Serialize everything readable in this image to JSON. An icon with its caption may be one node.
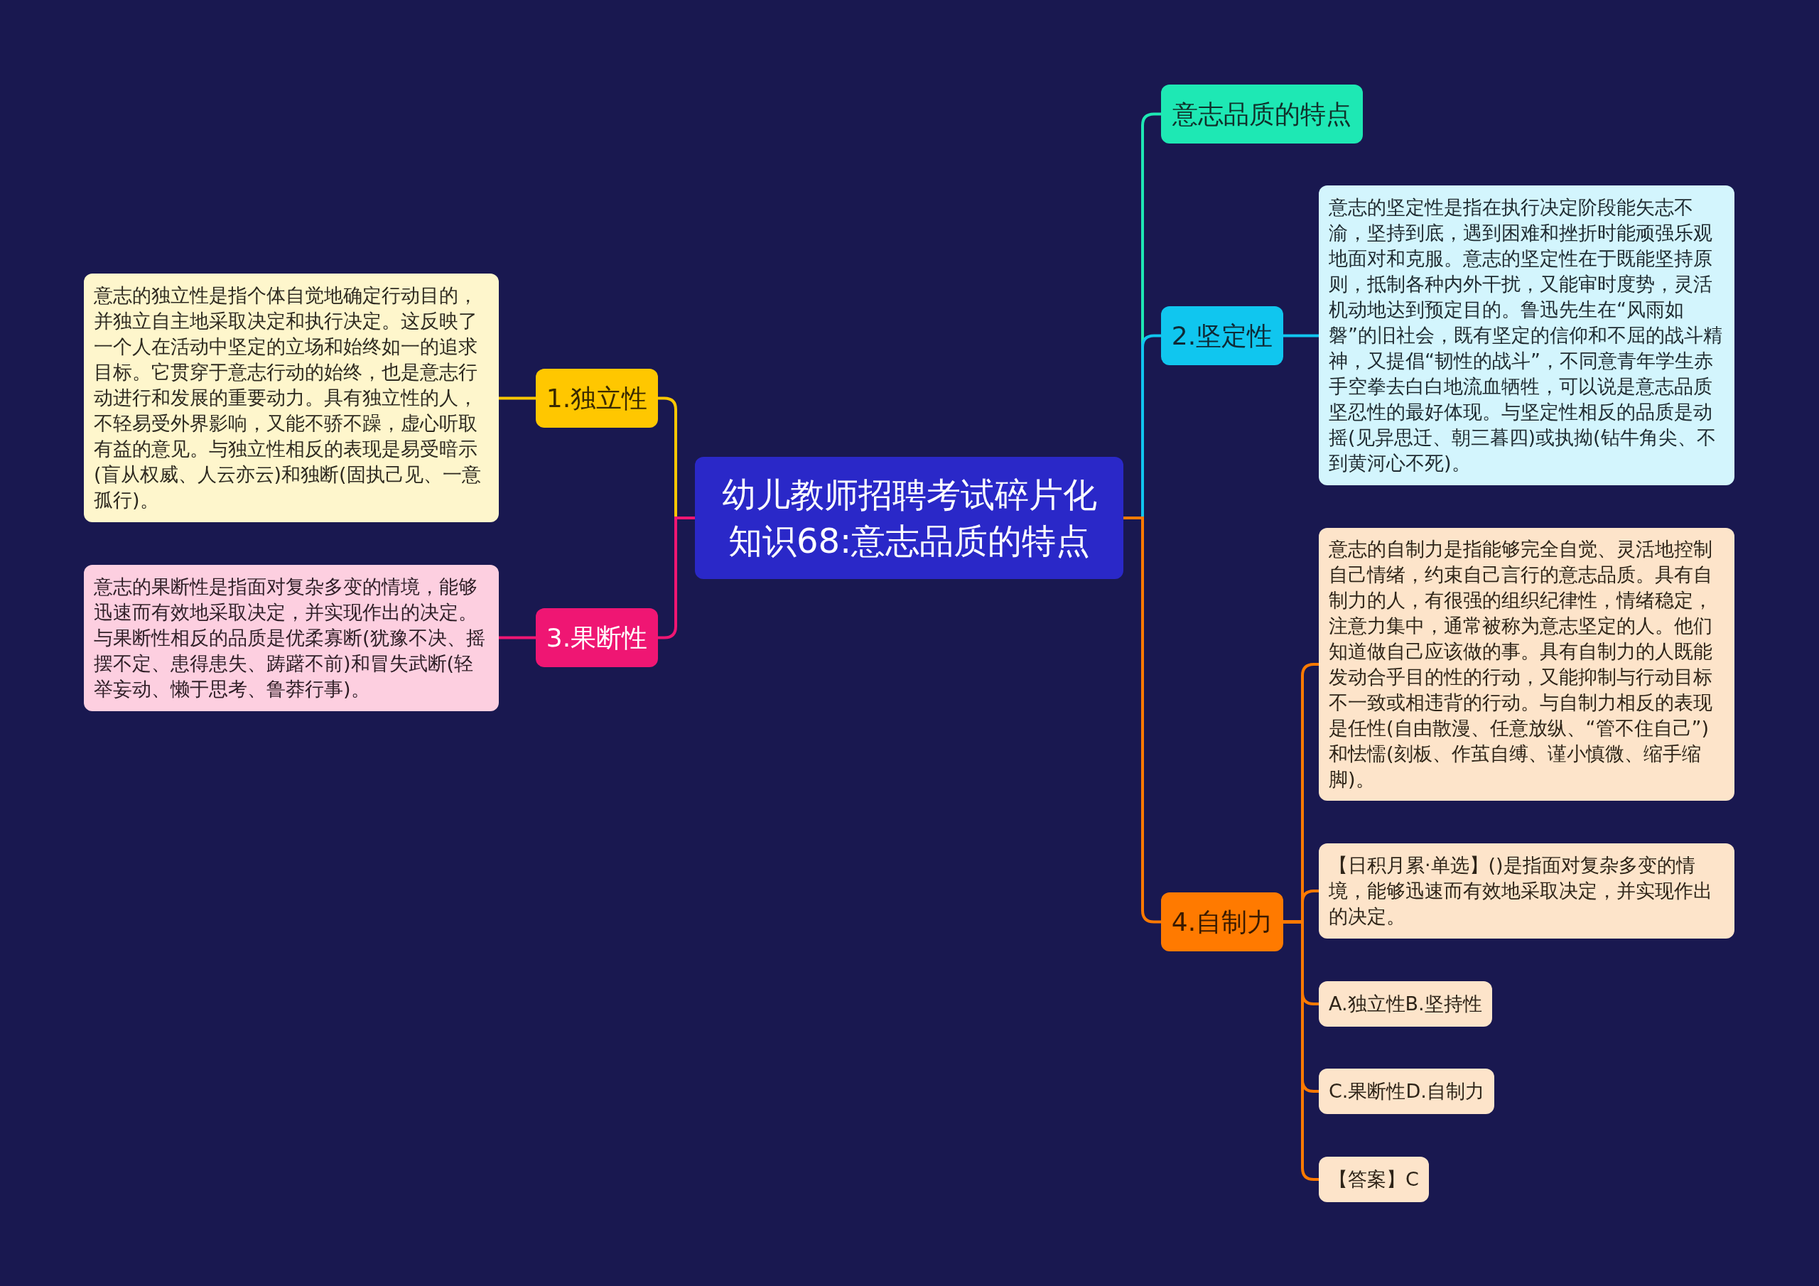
{
  "diagram": {
    "nodes": [
      {
        "text": [
          "幼儿教师招聘考试碎片化知识68:意志品质的特点"
        ]
      },
      {
        "text": [
          "意志品质的特点"
        ]
      },
      {
        "text": [
          "1.独立性"
        ]
      },
      {
        "text": [
          "意志的独立性是指个体自觉地确定行动目的，并独立自主地采取决定和执行决定。这反映了一个人在活动中坚定的立场和始终如一的追求目标。它贯穿于意志行动的始终，也是意志行动进行和发展的重要动力。具有独立性的人，不轻易受外界影响，又能不骄不躁，虚心听取有益的意见。与独立性相反的表现是易受暗示(盲从权威、人云亦云)和独断(固执己见、一意孤行)。"
        ]
      },
      {
        "text": [
          "2.坚定性"
        ]
      },
      {
        "text": [
          "意志的坚定性是指在执行决定阶段能矢志不渝，坚持到底，遇到困难和挫折时能顽强乐观地面对和克服。意志的坚定性在于既能坚持原则，抵制各种内外干扰，又能审时度势，灵活机动地达到预定目的。鲁迅先生在“风雨如磐”的旧社会，既有坚定的信仰和不屈的战斗精神，又提倡“韧性的战斗”，不同意青年学生赤手空拳去白白地流血牺牲，可以说是意志品质坚忍性的最好体现。与坚定性相反的品质是动摇(见异思迁、朝三暮四)或执拗(钻牛角尖、不到黄河心不死)。"
        ]
      },
      {
        "text": [
          "3.果断性"
        ]
      },
      {
        "text": [
          "意志的果断性是指面对复杂多变的情境，能够迅速而有效地采取决定，并实现作出的决定。与果断性相反的品质是优柔寡断(犹豫不决、摇摆不定、患得患失、踌躇不前)和冒失武断(轻举妄动、懒于思考、鲁莽行事)。"
        ]
      },
      {
        "text": [
          "4.自制力"
        ]
      },
      {
        "text": [
          "意志的自制力是指能够完全自觉、灵活地控制自己情绪，约束自己言行的意志品质。具有自制力的人，有很强的组织纪律性，情绪稳定，注意力集中，通常被称为意志坚定的人。他们知道做自己应该做的事。具有自制力的人既能发动合乎目的性的行动，又能抑制与行动目标不一致或相违背的行动。与自制力相反的表现是任性(自由散漫、任意放纵、“管不住自己”)和怯懦(刻板、作茧自缚、谨小慎微、缩手缩脚)。"
        ]
      },
      {
        "text": [
          "【日积月累·单选】()是指面对复杂多变的情境，能够迅速而有效地采取决定，并实现作出的决定。"
        ]
      },
      {
        "text": [
          "A.独立性B.坚持性"
        ]
      },
      {
        "text": [
          "C.果断性D.自制力"
        ]
      },
      {
        "text": [
          "【答案】C"
        ]
      }
    ],
    "edges": [
      {
        "from": 0,
        "to": 1,
        "arrow": "none",
        "color": "#1ee8b4"
      },
      {
        "from": 0,
        "to": 2,
        "arrow": "none",
        "color": "#ffc700"
      },
      {
        "from": 2,
        "to": 3,
        "arrow": "none",
        "color": "#ffc700"
      },
      {
        "from": 0,
        "to": 4,
        "arrow": "none",
        "color": "#10c6ef"
      },
      {
        "from": 4,
        "to": 5,
        "arrow": "none",
        "color": "#10c6ef"
      },
      {
        "from": 0,
        "to": 6,
        "arrow": "none",
        "color": "#ef1673"
      },
      {
        "from": 6,
        "to": 7,
        "arrow": "none",
        "color": "#ef1673"
      },
      {
        "from": 0,
        "to": 8,
        "arrow": "none",
        "color": "#ff7a00"
      },
      {
        "from": 8,
        "to": 9,
        "arrow": "none",
        "color": "#ff7a00"
      },
      {
        "from": 8,
        "to": 10,
        "arrow": "none",
        "color": "#ff7a00"
      },
      {
        "from": 8,
        "to": 11,
        "arrow": "none",
        "color": "#ff7a00"
      },
      {
        "from": 8,
        "to": 12,
        "arrow": "none",
        "color": "#ff7a00"
      },
      {
        "from": 8,
        "to": 13,
        "arrow": "none",
        "color": "#ff7a00"
      }
    ]
  }
}
